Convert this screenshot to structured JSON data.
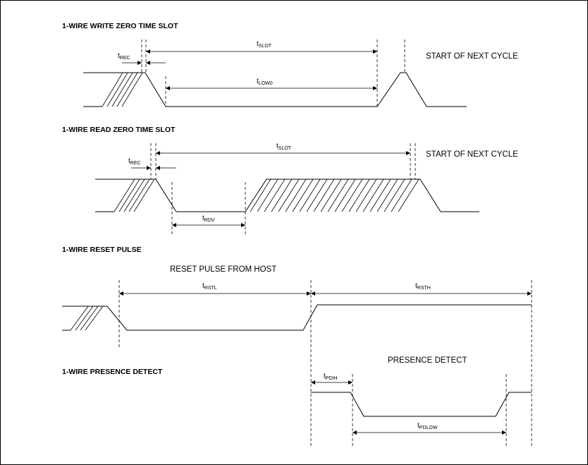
{
  "headings": {
    "write_zero": "1-WIRE WRITE ZERO TIME SLOT",
    "read_zero": "1-WIRE READ ZERO TIME SLOT",
    "reset_pulse": "1-WIRE RESET PULSE",
    "presence_detect": "1-WIRE PRESENCE DETECT"
  },
  "notes": {
    "write_next_cycle": "START OF NEXT CYCLE",
    "read_next_cycle": "START OF NEXT CYCLE",
    "reset_from_host": "RESET PULSE FROM HOST",
    "presence_detect": "PRESENCE DETECT"
  },
  "timing_labels": {
    "write_trec": {
      "base": "t",
      "sub": "REC"
    },
    "write_tslot": {
      "base": "t",
      "sub": "SLOT"
    },
    "write_tlow0": {
      "base": "t",
      "sub": "LOW0"
    },
    "read_trec": {
      "base": "t",
      "sub": "REC"
    },
    "read_tslot": {
      "base": "t",
      "sub": "SLOT"
    },
    "read_trdv": {
      "base": "t",
      "sub": "RDV"
    },
    "reset_trstl": {
      "base": "t",
      "sub": "RSTL"
    },
    "reset_trsth": {
      "base": "t",
      "sub": "RSTH"
    },
    "presence_tpdih": {
      "base": "t",
      "sub": "PDIH"
    },
    "presence_tpdlow": {
      "base": "t",
      "sub": "PDLOW"
    }
  }
}
